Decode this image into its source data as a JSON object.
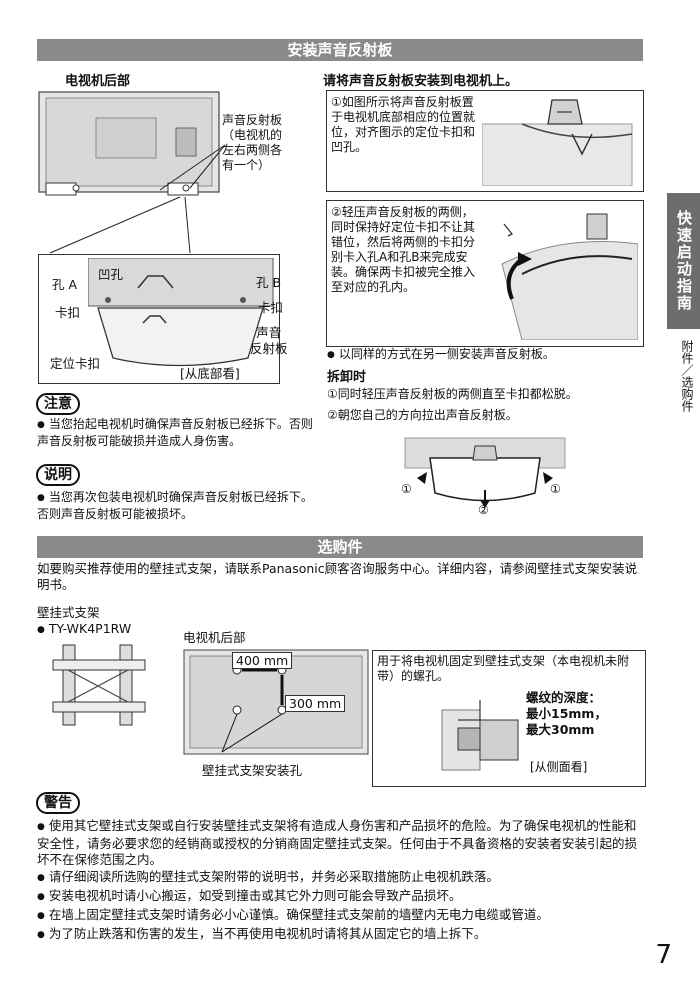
{
  "sections": {
    "install_title": "安装声音反射板",
    "purchase_title": "选购件"
  },
  "left_col": {
    "tv_back_label": "电视机后部",
    "reflector_note": "声音反射板\n（电视机的\n左右两侧各\n有一个）",
    "labels": {
      "hole_a": "孔 A",
      "dent_hole": "凹孔",
      "hole_b": "孔 B",
      "clip_left": "卡扣",
      "clip_right": "卡扣",
      "reflector": "声音\n反射板",
      "locate_clip": "定位卡扣",
      "from_bottom": "[从底部看]"
    },
    "caution_title": "注意",
    "caution_text": "当您抬起电视机时确保声音反射板已经拆下。否则声音反射板可能破损并造成人身伤害。",
    "explain_title": "说明",
    "explain_text": "当您再次包装电视机时确保声音反射板已经拆下。否则声音反射板可能被损坏。"
  },
  "right_col": {
    "heading": "请将声音反射板安装到电视机上。",
    "step1": "①如图所示将声音反射板置于电视机底部相应的位置就位，对齐图示的定位卡扣和凹孔。",
    "step2": "②轻压声音反射板的两侧，同时保持好定位卡扣不让其错位，然后将两侧的卡扣分别卡入孔A和孔B来完成安装。确保两卡扣被完全推入至对应的孔内。",
    "same_way": "以同样的方式在另一侧安装声音反射板。",
    "remove_title": "拆卸时",
    "remove1": "①同时轻压声音反射板的两侧直至卡扣都松脱。",
    "remove2": "②朝您自己的方向拉出声音反射板。",
    "marks": {
      "m1": "①",
      "m2": "②"
    }
  },
  "side_tab": {
    "main": "快速启动指南",
    "sub": "附件／选购件"
  },
  "purchase": {
    "intro": "如要购买推荐使用的壁挂式支架，请联系Panasonic顾客咨询服务中心。详细内容，请参阅壁挂式支架安装说明书。",
    "bracket_label": "壁挂式支架",
    "model": "TY-WK4P1RW",
    "tv_back_label": "电视机后部",
    "dim_400": "400 mm",
    "dim_300": "300 mm",
    "holes_label": "壁挂式支架安装孔",
    "screw_note": "用于将电视机固定到壁挂式支架（本电视机未附带）的螺孔。",
    "depth_title": "螺纹的深度：",
    "depth_min": "最小15mm，",
    "depth_max": "最大30mm",
    "side_view": "[从侧面看]"
  },
  "warning": {
    "title": "警告",
    "items": [
      "使用其它壁挂式支架或自行安装壁挂式支架将有造成人身伤害和产品损坏的危险。为了确保电视机的性能和安全性，请务必要求您的经销商或授权的分销商固定壁挂式支架。任何由于不具备资格的安装者安装引起的损坏不在保修范围之内。",
      "请仔细阅读所选购的壁挂式支架附带的说明书，并务必采取措施防止电视机跌落。",
      "安装电视机时请小心搬运，如受到撞击或其它外力则可能会导致产品损坏。",
      "在墙上固定壁挂式支架时请务必小心谨慎。确保壁挂式支架前的墙壁内无电力电缆或管道。",
      "为了防止跌落和伤害的发生，当不再使用电视机时请将其从固定它的墙上拆下。"
    ]
  },
  "page_number": "7"
}
